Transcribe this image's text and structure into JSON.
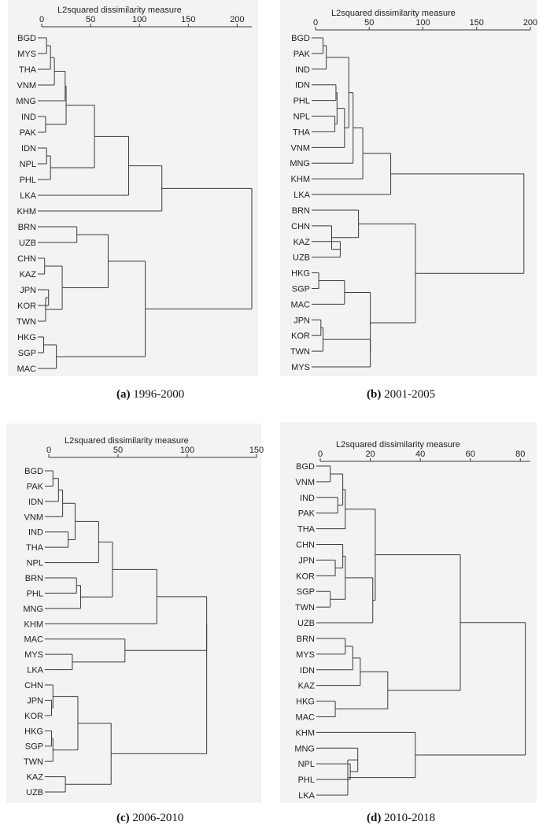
{
  "axis_title": "L2squared dissimilarity measure",
  "panels": [
    {
      "id": "a",
      "letter": "(a)",
      "period": "1996-2000",
      "axis": {
        "max": 215,
        "ticks": [
          0,
          50,
          100,
          150,
          200
        ]
      },
      "leaves": [
        "BGD",
        "MYS",
        "THA",
        "VNM",
        "MNG",
        "IND",
        "PAK",
        "IDN",
        "NPL",
        "PHL",
        "LKA",
        "KHM",
        "BRN",
        "UZB",
        "CHN",
        "KAZ",
        "JPN",
        "KOR",
        "TWN",
        "HKG",
        "SGP",
        "MAC"
      ],
      "merges": [
        [
          "BGD",
          "MYS",
          5
        ],
        [
          "BGD",
          "THA",
          9
        ],
        [
          "BGD",
          "VNM",
          13
        ],
        [
          "BGD",
          "MNG",
          24
        ],
        [
          "IND",
          "PAK",
          4
        ],
        [
          "BGD",
          "IND",
          25
        ],
        [
          "IDN",
          "NPL",
          5
        ],
        [
          "IDN",
          "PHL",
          9
        ],
        [
          "BGD",
          "IDN",
          54
        ],
        [
          "BGD",
          "LKA",
          89
        ],
        [
          "BGD",
          "KHM",
          123
        ],
        [
          "BRN",
          "UZB",
          36
        ],
        [
          "CHN",
          "KAZ",
          3
        ],
        [
          "JPN",
          "KOR",
          7
        ],
        [
          "JPN",
          "TWN",
          4
        ],
        [
          "CHN",
          "JPN",
          21
        ],
        [
          "BRN",
          "CHN",
          68
        ],
        [
          "HKG",
          "SGP",
          2
        ],
        [
          "HKG",
          "MAC",
          15
        ],
        [
          "BRN",
          "HKG",
          106
        ],
        [
          "BGD",
          "BRN",
          215
        ]
      ]
    },
    {
      "id": "b",
      "letter": "(b)",
      "period": "2001-2005",
      "axis": {
        "max": 200,
        "ticks": [
          0,
          50,
          100,
          150,
          200
        ]
      },
      "leaves": [
        "BGD",
        "PAK",
        "IND",
        "IDN",
        "PHL",
        "NPL",
        "THA",
        "VNM",
        "MNG",
        "KHM",
        "LKA",
        "BRN",
        "CHN",
        "KAZ",
        "UZB",
        "HKG",
        "SGP",
        "MAC",
        "JPN",
        "KOR",
        "TWN",
        "MYS"
      ],
      "merges": [
        [
          "BGD",
          "PAK",
          7
        ],
        [
          "BGD",
          "IND",
          10
        ],
        [
          "NPL",
          "THA",
          18
        ],
        [
          "IDN",
          "PHL",
          19
        ],
        [
          "IDN",
          "NPL",
          20
        ],
        [
          "IDN",
          "VNM",
          27
        ],
        [
          "BGD",
          "IDN",
          31
        ],
        [
          "BGD",
          "MNG",
          35
        ],
        [
          "BGD",
          "KHM",
          44
        ],
        [
          "BGD",
          "LKA",
          70
        ],
        [
          "KAZ",
          "UZB",
          23
        ],
        [
          "CHN",
          "KAZ",
          15
        ],
        [
          "BRN",
          "CHN",
          40
        ],
        [
          "HKG",
          "SGP",
          3
        ],
        [
          "HKG",
          "MAC",
          27
        ],
        [
          "JPN",
          "KOR",
          5
        ],
        [
          "JPN",
          "TWN",
          7
        ],
        [
          "JPN",
          "MYS",
          51
        ],
        [
          "HKG",
          "JPN",
          51
        ],
        [
          "BRN",
          "HKG",
          93
        ],
        [
          "BGD",
          "BRN",
          194
        ]
      ]
    },
    {
      "id": "c",
      "letter": "(c)",
      "period": "2006-2010",
      "axis": {
        "max": 150,
        "ticks": [
          0,
          50,
          100,
          150
        ]
      },
      "leaves": [
        "BGD",
        "PAK",
        "IDN",
        "VNM",
        "IND",
        "THA",
        "NPL",
        "BRN",
        "PHL",
        "MNG",
        "KHM",
        "MAC",
        "MYS",
        "LKA",
        "CHN",
        "JPN",
        "KOR",
        "HKG",
        "SGP",
        "TWN",
        "KAZ",
        "UZB"
      ],
      "merges": [
        [
          "BGD",
          "PAK",
          3
        ],
        [
          "BGD",
          "IDN",
          7
        ],
        [
          "BGD",
          "VNM",
          10
        ],
        [
          "IND",
          "THA",
          14
        ],
        [
          "BGD",
          "IND",
          19
        ],
        [
          "BGD",
          "NPL",
          36
        ],
        [
          "BRN",
          "PHL",
          20
        ],
        [
          "BRN",
          "MNG",
          23
        ],
        [
          "BGD",
          "BRN",
          46
        ],
        [
          "BGD",
          "KHM",
          78
        ],
        [
          "MYS",
          "LKA",
          17
        ],
        [
          "MAC",
          "MYS",
          55
        ],
        [
          "BGD",
          "MAC",
          114
        ],
        [
          "JPN",
          "KOR",
          2
        ],
        [
          "CHN",
          "JPN",
          3
        ],
        [
          "HKG",
          "SGP",
          2
        ],
        [
          "HKG",
          "TWN",
          3
        ],
        [
          "CHN",
          "HKG",
          21
        ],
        [
          "KAZ",
          "UZB",
          12
        ],
        [
          "CHN",
          "KAZ",
          45
        ],
        [
          "BGD",
          "CHN",
          114
        ]
      ]
    },
    {
      "id": "d",
      "letter": "(d)",
      "period": "2010-2018",
      "axis": {
        "max": 84,
        "ticks": [
          0,
          20,
          40,
          60,
          80
        ]
      },
      "leaves": [
        "BGD",
        "VNM",
        "IND",
        "PAK",
        "THA",
        "CHN",
        "JPN",
        "KOR",
        "SGP",
        "TWN",
        "UZB",
        "BRN",
        "MYS",
        "IDN",
        "KAZ",
        "HKG",
        "MAC",
        "KHM",
        "MNG",
        "NPL",
        "PHL",
        "LKA"
      ],
      "merges": [
        [
          "BGD",
          "VNM",
          4
        ],
        [
          "IND",
          "PAK",
          7
        ],
        [
          "BGD",
          "IND",
          9
        ],
        [
          "BGD",
          "THA",
          10
        ],
        [
          "JPN",
          "KOR",
          6
        ],
        [
          "CHN",
          "JPN",
          9
        ],
        [
          "SGP",
          "TWN",
          4
        ],
        [
          "CHN",
          "SGP",
          10
        ],
        [
          "CHN",
          "UZB",
          21
        ],
        [
          "BGD",
          "CHN",
          22
        ],
        [
          "BRN",
          "MYS",
          10
        ],
        [
          "BRN",
          "IDN",
          13
        ],
        [
          "BRN",
          "KAZ",
          16
        ],
        [
          "HKG",
          "MAC",
          6
        ],
        [
          "BRN",
          "HKG",
          27
        ],
        [
          "BGD",
          "BRN",
          56
        ],
        [
          "NPL",
          "PHL",
          12
        ],
        [
          "MNG",
          "NPL",
          15
        ],
        [
          "MNG",
          "LKA",
          11
        ],
        [
          "KHM",
          "MNG",
          38
        ],
        [
          "BGD",
          "KHM",
          82
        ]
      ]
    }
  ]
}
